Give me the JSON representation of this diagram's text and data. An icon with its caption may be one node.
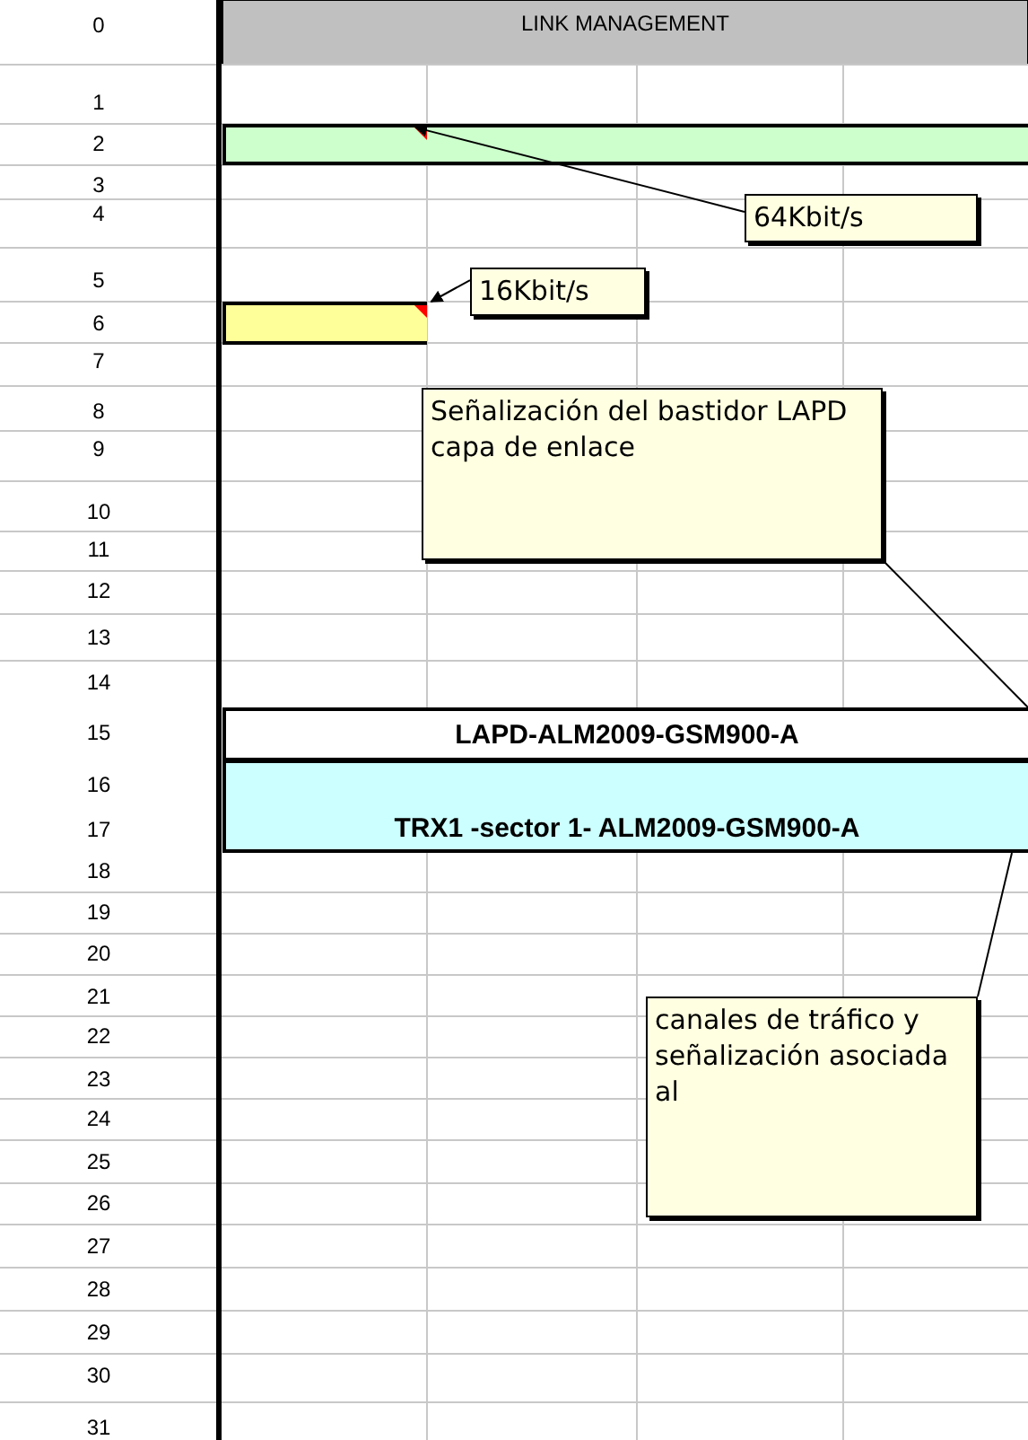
{
  "diagram": {
    "nodes": [
      {
        "text": [],
        "shape": "bar"
      },
      {
        "text": [],
        "shape": "bar"
      },
      {
        "text": [
          "64Kbit/s"
        ]
      },
      {
        "text": [
          "16Kbit/s"
        ]
      },
      {
        "text": [
          "Señalización del bastidor LAPD capa de enlace"
        ]
      },
      {
        "text": [
          "LAPD-ALM2009-GSM900-A"
        ]
      },
      {
        "text": [
          "TRX1 -sector 1- ALM2009-GSM900-A"
        ]
      },
      {
        "text": [
          "canales de tráfico y señalización asociada al"
        ]
      }
    ],
    "edges": [
      {
        "from": 2,
        "to": 0,
        "arrow": "to"
      },
      {
        "from": 3,
        "to": 1,
        "arrow": "to"
      },
      {
        "from": 4,
        "to": 5,
        "arrow": "none"
      },
      {
        "from": 7,
        "to": 6,
        "arrow": "none"
      }
    ],
    "labels": [
      "0",
      "LINK MANAGEMENT",
      "1",
      "2",
      "3",
      "4",
      "5",
      "6",
      "7",
      "8",
      "9",
      "10",
      "11",
      "12",
      "13",
      "14",
      "15",
      "16",
      "17",
      "18",
      "19",
      "20",
      "21",
      "22",
      "23",
      "24",
      "25",
      "26",
      "27",
      "28",
      "29",
      "30",
      "31"
    ]
  }
}
